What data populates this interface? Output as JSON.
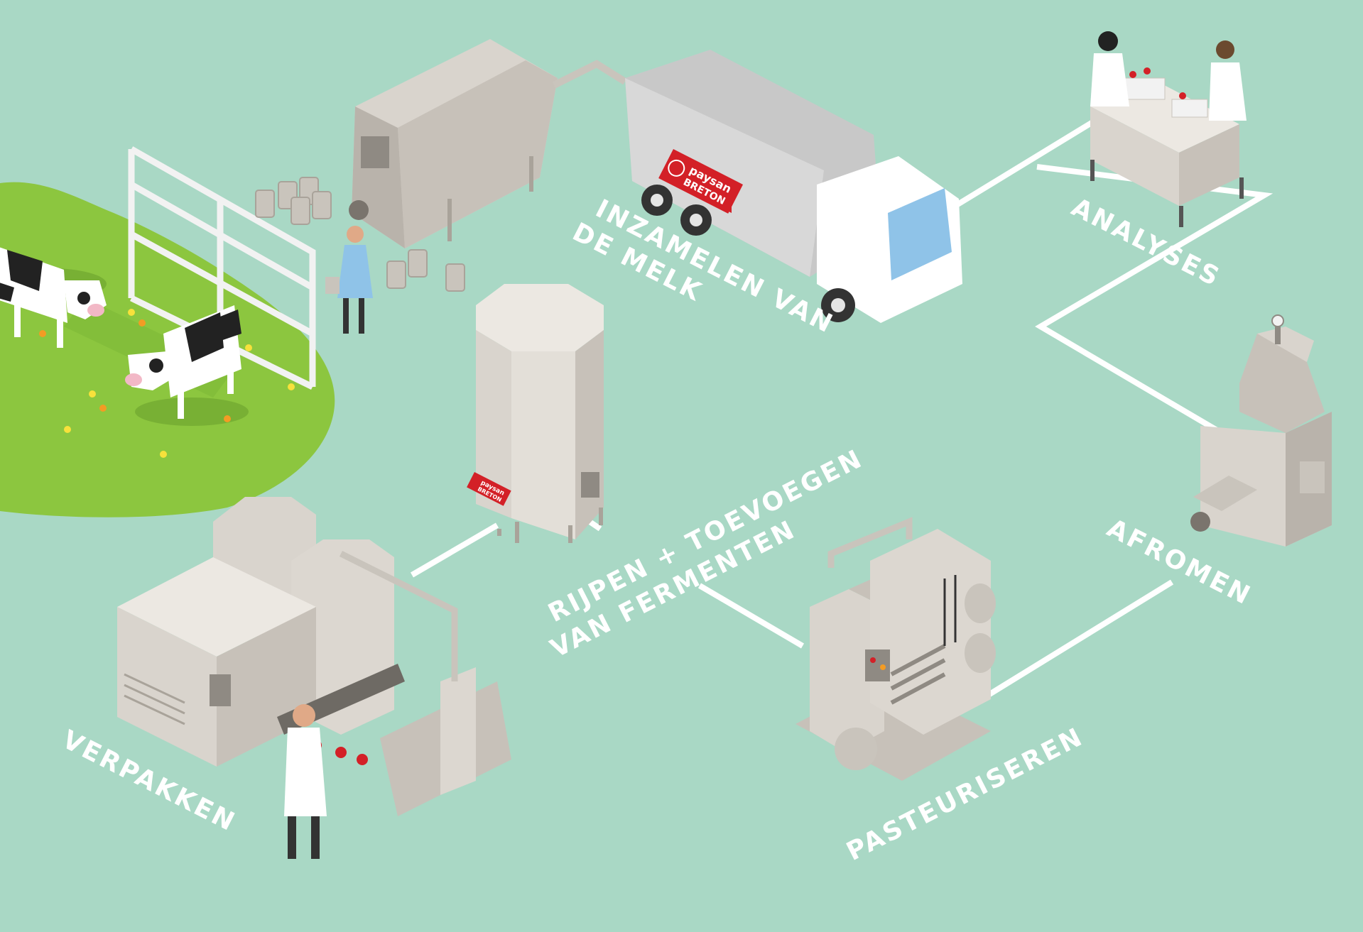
{
  "colors": {
    "background": "#a9d8c5",
    "meadow": "#8cc63f",
    "connector": "#ffffff",
    "equipment": "#d9d4cd",
    "equipment_shade": "#b9b3ab",
    "brand_red": "#d32027",
    "truck_tank": "#c8c8c8",
    "truck_cab": "#ffffff",
    "truck_glass": "#8fc3e8",
    "label": "#ffffff"
  },
  "brand": {
    "line1": "paysan",
    "line2": "BRETON"
  },
  "steps": {
    "collect": {
      "line1": "INZAMELEN VAN",
      "line2": "DE MELK"
    },
    "analyses": {
      "line1": "ANALYSES"
    },
    "skim": {
      "line1": "AFROMEN"
    },
    "pasteurize": {
      "line1": "PASTEURISEREN"
    },
    "ripen": {
      "line1": "RIJPEN + TOEVOEGEN",
      "line2": "VAN FERMENTEN"
    },
    "pack": {
      "line1": "VERPAKKEN"
    }
  }
}
